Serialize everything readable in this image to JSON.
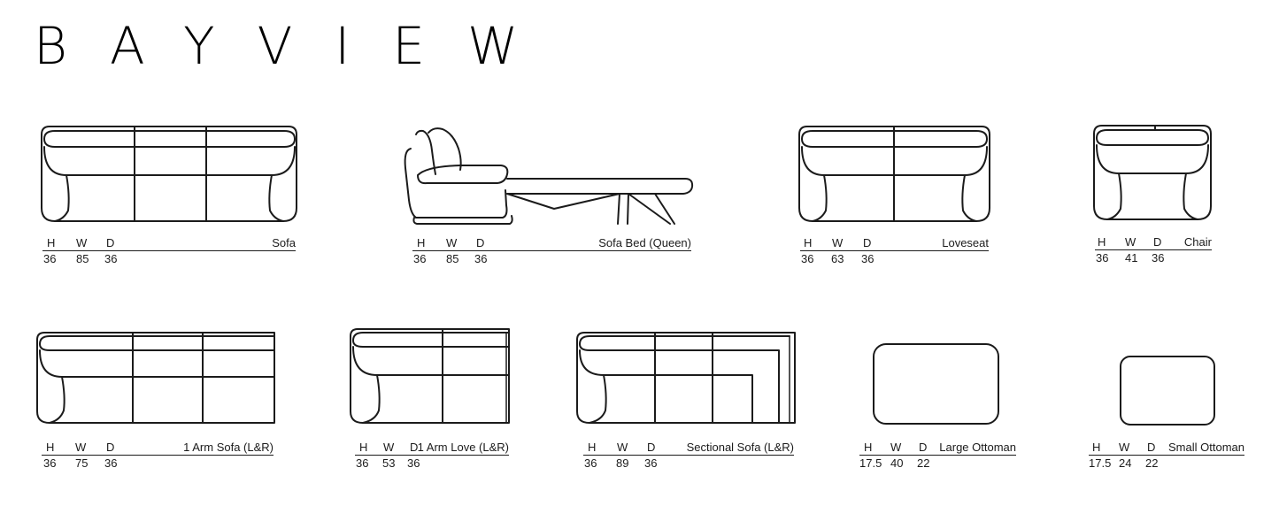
{
  "brand": "BAYVIEW",
  "labels": {
    "h": "H",
    "w": "W",
    "d": "D"
  },
  "items": [
    {
      "name": "Sofa",
      "h": "36",
      "w": "85",
      "d": "36"
    },
    {
      "name": "Sofa Bed (Queen)",
      "h": "36",
      "w": "85",
      "d": "36"
    },
    {
      "name": "Loveseat",
      "h": "36",
      "w": "63",
      "d": "36"
    },
    {
      "name": "Chair",
      "h": "36",
      "w": "41",
      "d": "36"
    },
    {
      "name": "1 Arm Sofa (L&R)",
      "h": "36",
      "w": "75",
      "d": "36"
    },
    {
      "name": "1 Arm Love (L&R)",
      "h": "36",
      "w": "53",
      "d": "36"
    },
    {
      "name": "Sectional Sofa (L&R)",
      "h": "36",
      "w": "89",
      "d": "36"
    },
    {
      "name": "Large Ottoman",
      "h": "17.5",
      "w": "40",
      "d": "22"
    },
    {
      "name": "Small Ottoman",
      "h": "17.5",
      "w": "24",
      "d": "22"
    }
  ]
}
